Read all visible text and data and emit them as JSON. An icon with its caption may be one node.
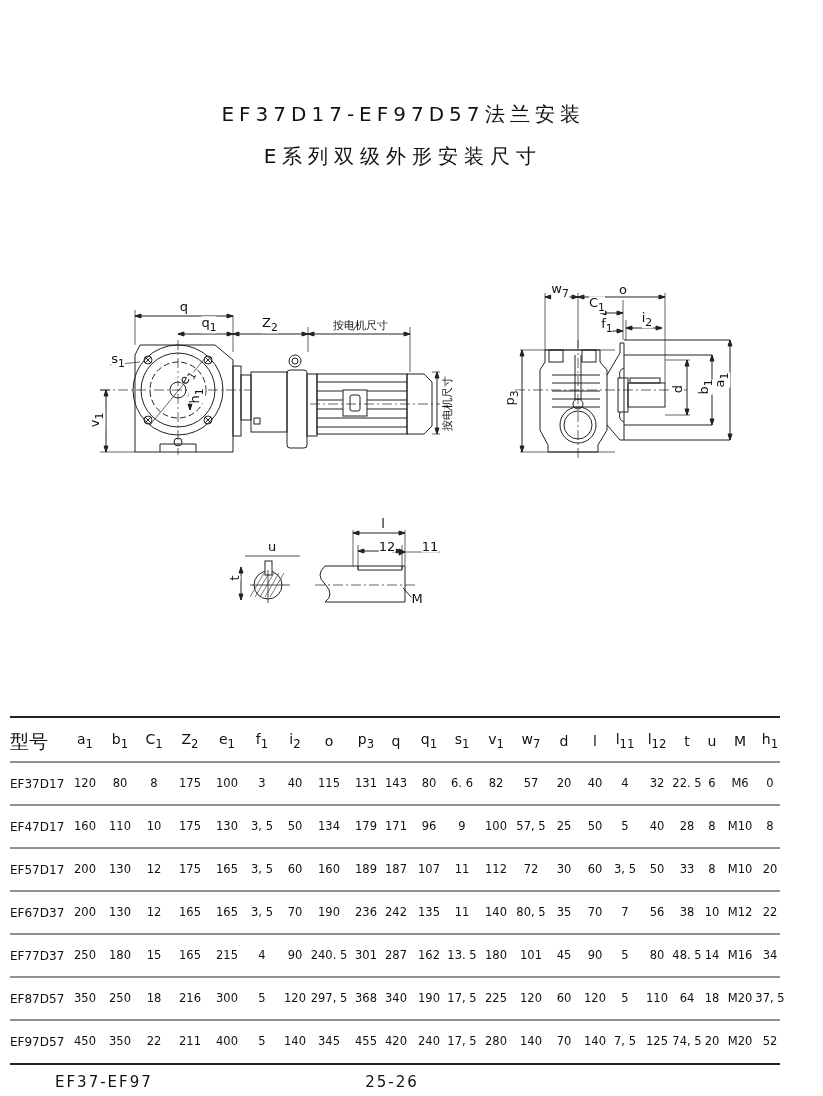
{
  "diagram": {
    "title": "EF37D17-EF97D57法兰安装",
    "labels": [
      "E系列双级外形安装尺寸",
      "q",
      "q$_{1}$",
      "Z$_{2}$",
      "按电机尺寸",
      "s$_{1}$",
      "e$_{1}$",
      "h$_{1}$",
      "v$_{1}$",
      "按电机尺寸",
      "w$_{7}$",
      "o",
      "C$_{1}$",
      "i$_{2}$",
      "f$_{1}$",
      "p$_{3}$",
      "d",
      "b$_{1}$",
      "a$_{1}$",
      "l",
      "u",
      "12",
      "11",
      "t",
      "M",
      "型号",
      "a$_{1}$",
      "b$_{1}$",
      "C$_{1}$",
      "Z$_{2}$",
      "e$_{1}$",
      "f$_{1}$",
      "i$_{2}$",
      "o",
      "p$_{3}$",
      "q",
      "q$_{1}$",
      "s$_{1}$",
      "v$_{1}$",
      "w$_{7}$",
      "d",
      "l",
      "l$_{11}$",
      "l$_{12}$",
      "t",
      "u",
      "M",
      "h$_{1}$",
      "EF37D17",
      "120",
      "80",
      "8",
      "175",
      "100",
      "3",
      "40",
      "115",
      "131",
      "143",
      "80",
      "6. 6",
      "82",
      "57",
      "20",
      "40",
      "4",
      "32",
      "22. 5",
      "6",
      "M6",
      "0",
      "EF47D17",
      "160",
      "110",
      "10",
      "175",
      "130",
      "3, 5",
      "50",
      "134",
      "179",
      "171",
      "96",
      "9",
      "100",
      "57, 5",
      "25",
      "50",
      "5",
      "40",
      "28",
      "8",
      "M10",
      "8",
      "EF57D17",
      "200",
      "130",
      "12",
      "175",
      "165",
      "3, 5",
      "60",
      "160",
      "189",
      "187",
      "107",
      "11",
      "112",
      "72",
      "30",
      "60",
      "3, 5",
      "50",
      "33",
      "8",
      "M10",
      "20",
      "EF67D37",
      "200",
      "130",
      "12",
      "165",
      "165",
      "3, 5",
      "70",
      "190",
      "236",
      "242",
      "135",
      "11",
      "140",
      "80, 5",
      "35",
      "70",
      "7",
      "56",
      "38",
      "10",
      "M12",
      "22",
      "EF77D37",
      "250",
      "180",
      "15",
      "165",
      "215",
      "4",
      "90",
      "240. 5",
      "301",
      "287",
      "162",
      "13. 5",
      "180",
      "101",
      "45",
      "90",
      "5",
      "80",
      "48. 5",
      "14",
      "M16",
      "34",
      "EF87D57",
      "350",
      "250",
      "18",
      "216",
      "300",
      "5",
      "120",
      "297, 5",
      "368",
      "340",
      "190",
      "17, 5",
      "225",
      "120",
      "60",
      "120",
      "5",
      "110",
      "64",
      "18",
      "M20",
      "37, 5",
      "EF97D57",
      "450",
      "350",
      "22",
      "211",
      "400",
      "5",
      "140",
      "345",
      "455",
      "420",
      "240",
      "17, 5",
      "280",
      "140",
      "70",
      "140",
      "7, 5",
      "125",
      "74, 5",
      "20",
      "M20",
      "52",
      "EF37-EF97",
      "25-26"
    ]
  }
}
